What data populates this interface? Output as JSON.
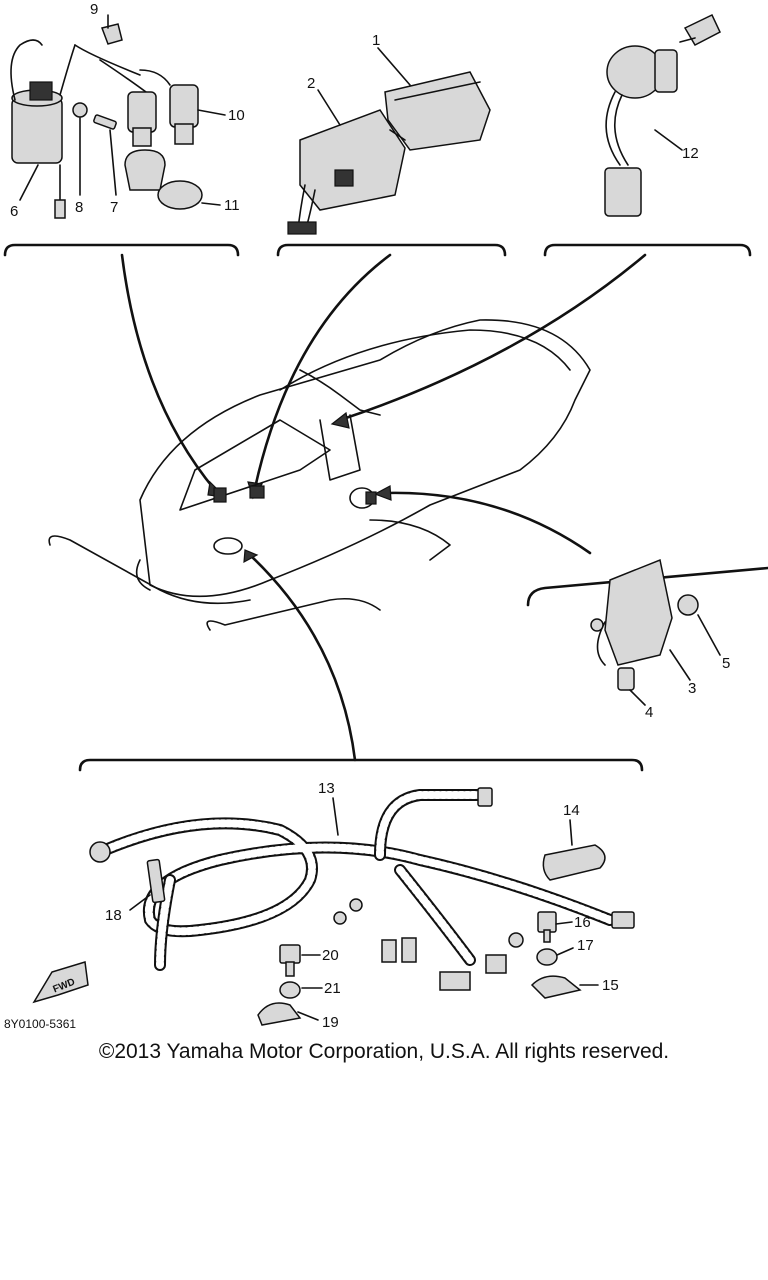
{
  "diagram": {
    "part_numbers": [
      "1",
      "2",
      "3",
      "4",
      "5",
      "6",
      "7",
      "8",
      "9",
      "10",
      "11",
      "12",
      "13",
      "14",
      "15",
      "16",
      "17",
      "18",
      "19",
      "20",
      "21"
    ],
    "drawing_code": "8Y0100-5361",
    "fwd_label": "FWD"
  },
  "footer": {
    "copyright": "©2013 Yamaha Motor Corporation, U.S.A. All rights reserved."
  }
}
